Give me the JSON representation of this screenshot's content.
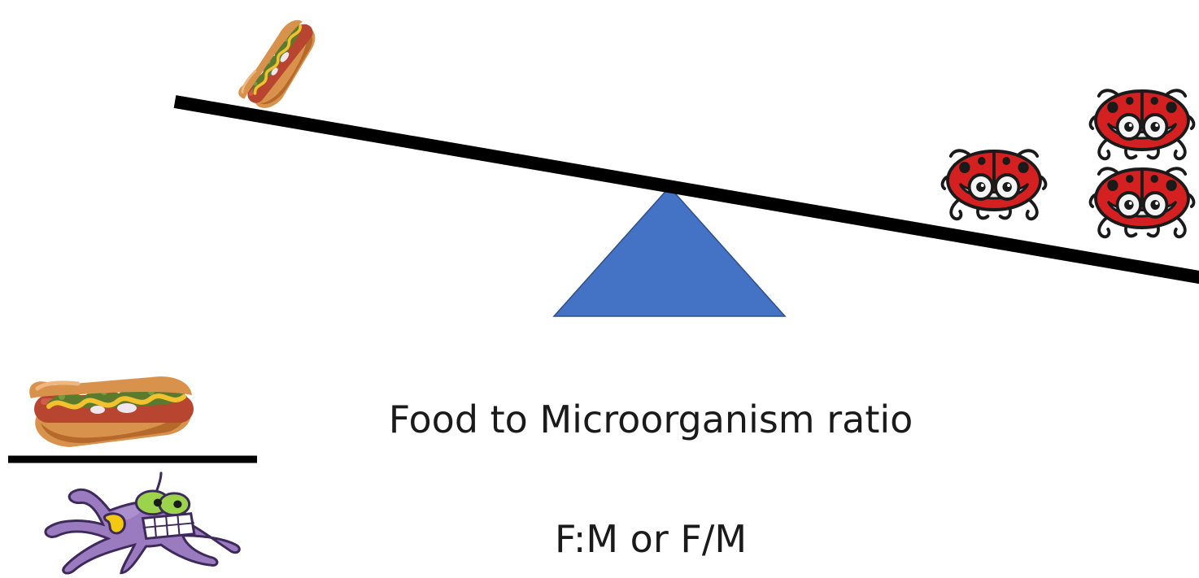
{
  "slide": {
    "title": "Food to Microorganism ratio",
    "subtitle": "F:M or F/M"
  },
  "seesaw": {
    "fulcrum_color": "#4472C4",
    "beam_color": "#000000",
    "left_load_icon": "hot-dog-icon",
    "right_load_icon": "ladybug-icon",
    "right_load_count": 3
  },
  "ratio_figure": {
    "numerator_icon": "hot-dog-icon",
    "denominator_icon": "microbe-icon",
    "divider_color": "#000000"
  },
  "colors": {
    "bun": "#D9924B",
    "bun_shadow": "#B56A2C",
    "sausage": "#B8452F",
    "relish": "#5C7A2E",
    "mustard": "#F2C12E",
    "onion": "#F2E6EE",
    "bug_shell": "#D42020",
    "bug_outline": "#1A1A1A",
    "microbe_body": "#9B7BC0",
    "microbe_eye": "#9BD34A",
    "microbe_nucleus": "#F2C811"
  }
}
